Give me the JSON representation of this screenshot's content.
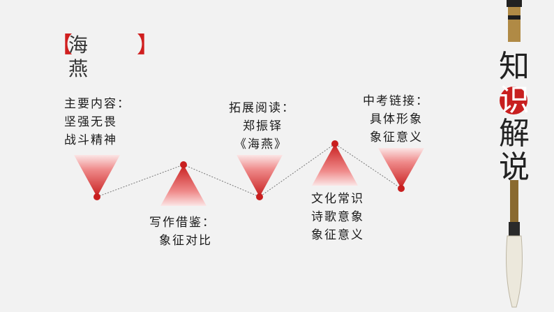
{
  "title": "海燕",
  "bracket_left": "【",
  "bracket_right": "】",
  "nodes": [
    {
      "lines": [
        "主要内容：",
        "坚强无畏",
        "战斗精神"
      ]
    },
    {
      "lines": [
        "写作借鉴：",
        "象征对比"
      ]
    },
    {
      "lines": [
        "拓展阅读：",
        "郑振铎",
        "《海燕》"
      ]
    },
    {
      "lines": [
        "文化常识",
        "诗歌意象",
        "象征意义"
      ]
    },
    {
      "lines": [
        "中考链接：",
        "具体形象",
        "象征意义"
      ]
    }
  ],
  "side_title": [
    "知",
    "识",
    "解",
    "说"
  ],
  "colors": {
    "accent": "#c81f1f",
    "background": "#f2f2f2"
  }
}
